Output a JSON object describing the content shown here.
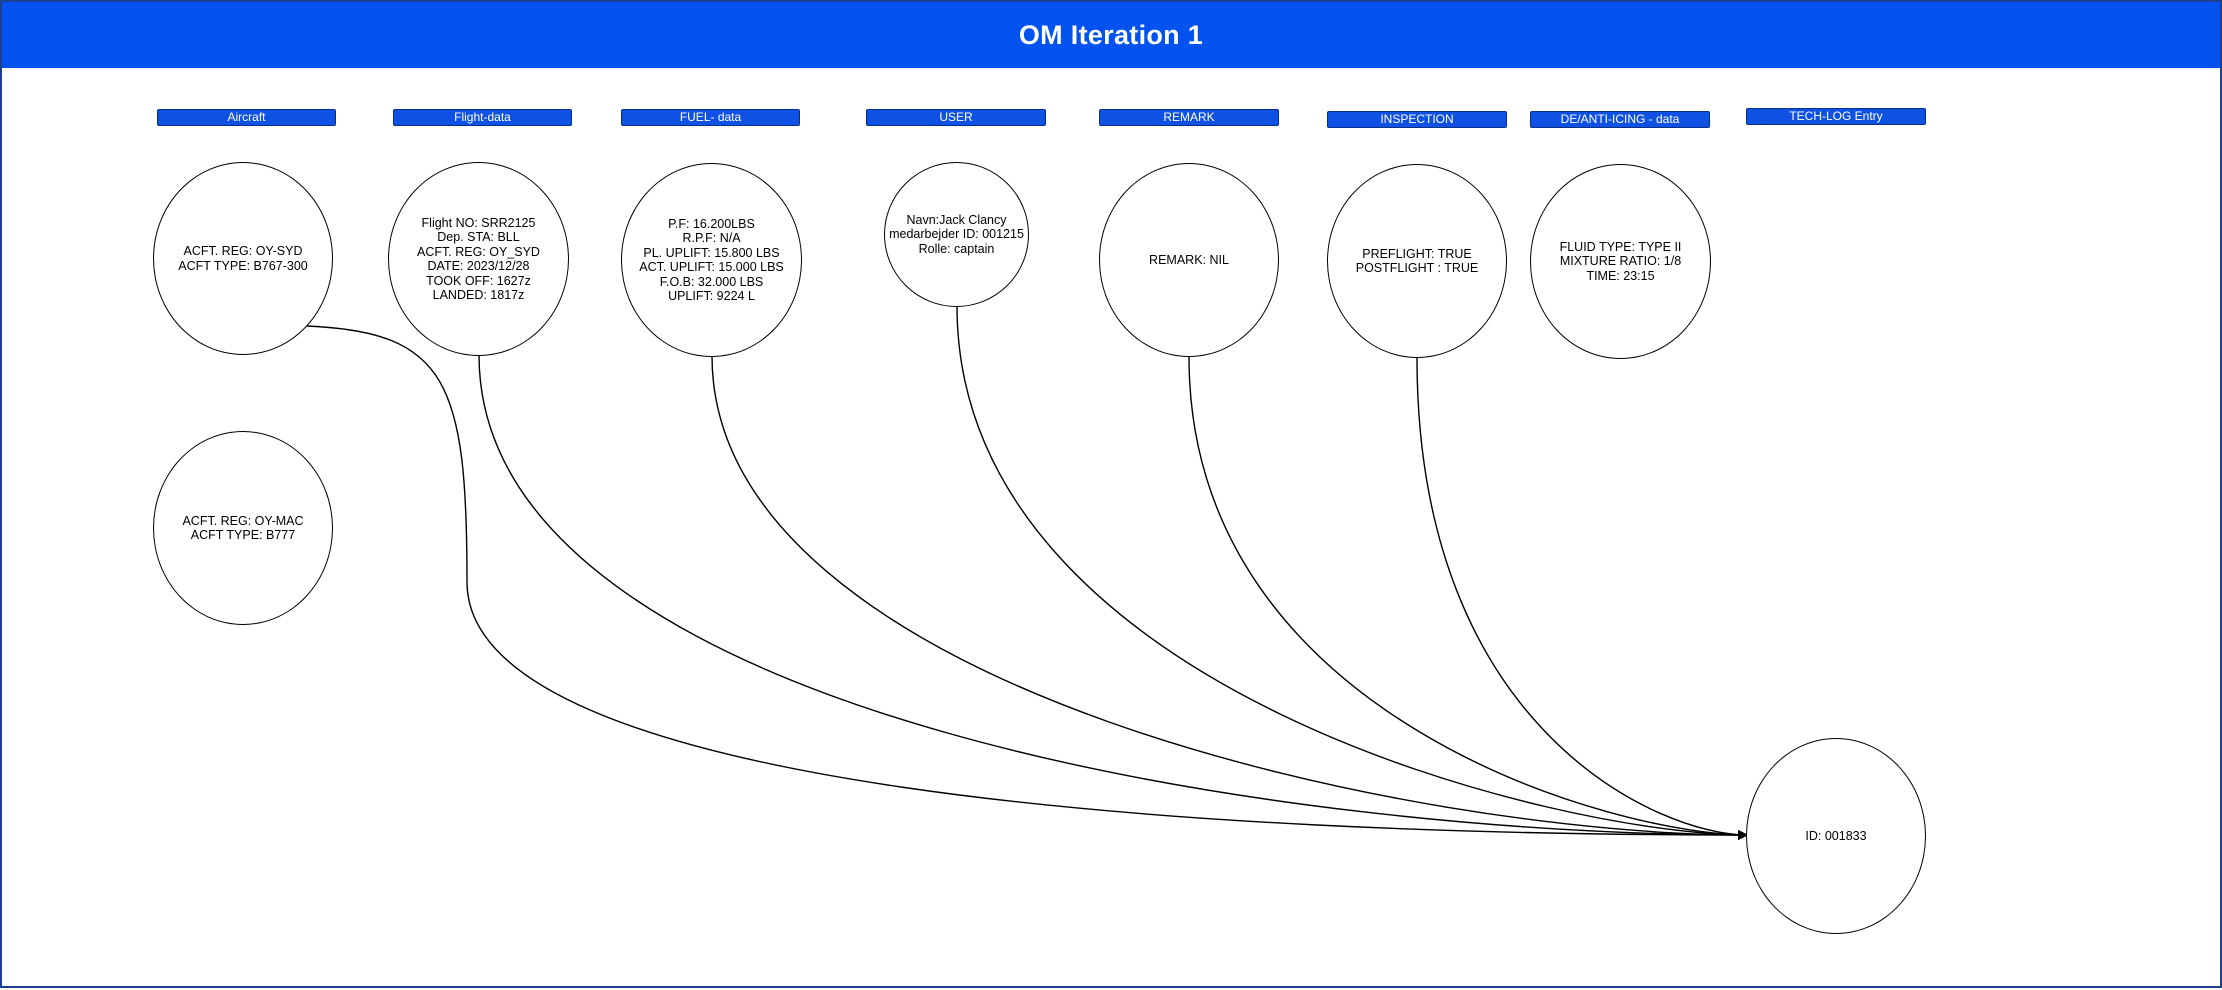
{
  "title": "OM Iteration 1",
  "categories": {
    "aircraft": "Aircraft",
    "flight": "Flight-data",
    "fuel": "FUEL- data",
    "user": "USER",
    "remark": "REMARK",
    "inspection": "INSPECTION",
    "deicing": "DE/ANTI-ICING - data",
    "techlog": "TECH-LOG Entry"
  },
  "nodes": {
    "aircraft1": [
      "ACFT. REG: OY-SYD",
      "ACFT TYPE: B767-300"
    ],
    "aircraft2": [
      "ACFT. REG: OY-MAC",
      "ACFT TYPE: B777"
    ],
    "flight": [
      "Flight NO: SRR2125",
      "Dep. STA: BLL",
      "ACFT. REG: OY_SYD",
      "DATE: 2023/12/28",
      "TOOK OFF: 1627z",
      "LANDED: 1817z"
    ],
    "fuel": [
      "P.F: 16.200LBS",
      "R.P.F: N/A",
      "PL. UPLIFT: 15.800 LBS",
      "ACT. UPLIFT: 15.000 LBS",
      "F.O.B: 32.000 LBS",
      "UPLIFT: 9224 L"
    ],
    "user": [
      "Navn:Jack Clancy",
      "medarbejder ID: 001215",
      "Rolle: captain"
    ],
    "remark": [
      "REMARK: NIL"
    ],
    "inspection": [
      "PREFLIGHT: TRUE",
      "POSTFLIGHT : TRUE"
    ],
    "deicing": [
      "FLUID TYPE: TYPE II",
      "MIXTURE RATIO: 1/8",
      "TIME: 23:15"
    ],
    "techlog": [
      "ID: 001833"
    ]
  }
}
